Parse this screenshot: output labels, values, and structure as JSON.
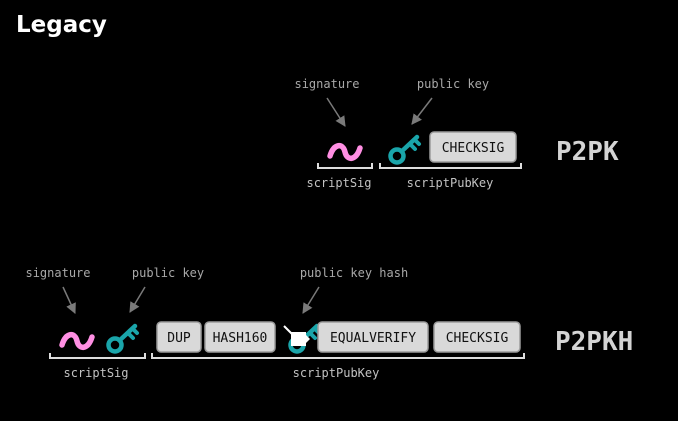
{
  "title": "Legacy",
  "colors": {
    "background": "#000000",
    "signature": "#ff8fe3",
    "key": "#1aa5aa",
    "opcode_fill": "#d9d9d9",
    "bracket": "#dddddd",
    "arrow": "#7a7a7a"
  },
  "icons": {
    "signature": "tilde-wave-icon",
    "public_key": "key-icon",
    "public_key_hash": "hashed-key-icon"
  },
  "p2pk": {
    "name": "P2PK",
    "annotations": {
      "signature": "signature",
      "public_key": "public key"
    },
    "opcodes": [
      "CHECKSIG"
    ],
    "brackets": {
      "script_sig": "scriptSig",
      "script_pub_key": "scriptPubKey"
    }
  },
  "p2pkh": {
    "name": "P2PKH",
    "annotations": {
      "signature": "signature",
      "public_key": "public key",
      "public_key_hash": "public key hash"
    },
    "opcodes": [
      "DUP",
      "HASH160",
      "EQUALVERIFY",
      "CHECKSIG"
    ],
    "brackets": {
      "script_sig": "scriptSig",
      "script_pub_key": "scriptPubKey"
    }
  }
}
